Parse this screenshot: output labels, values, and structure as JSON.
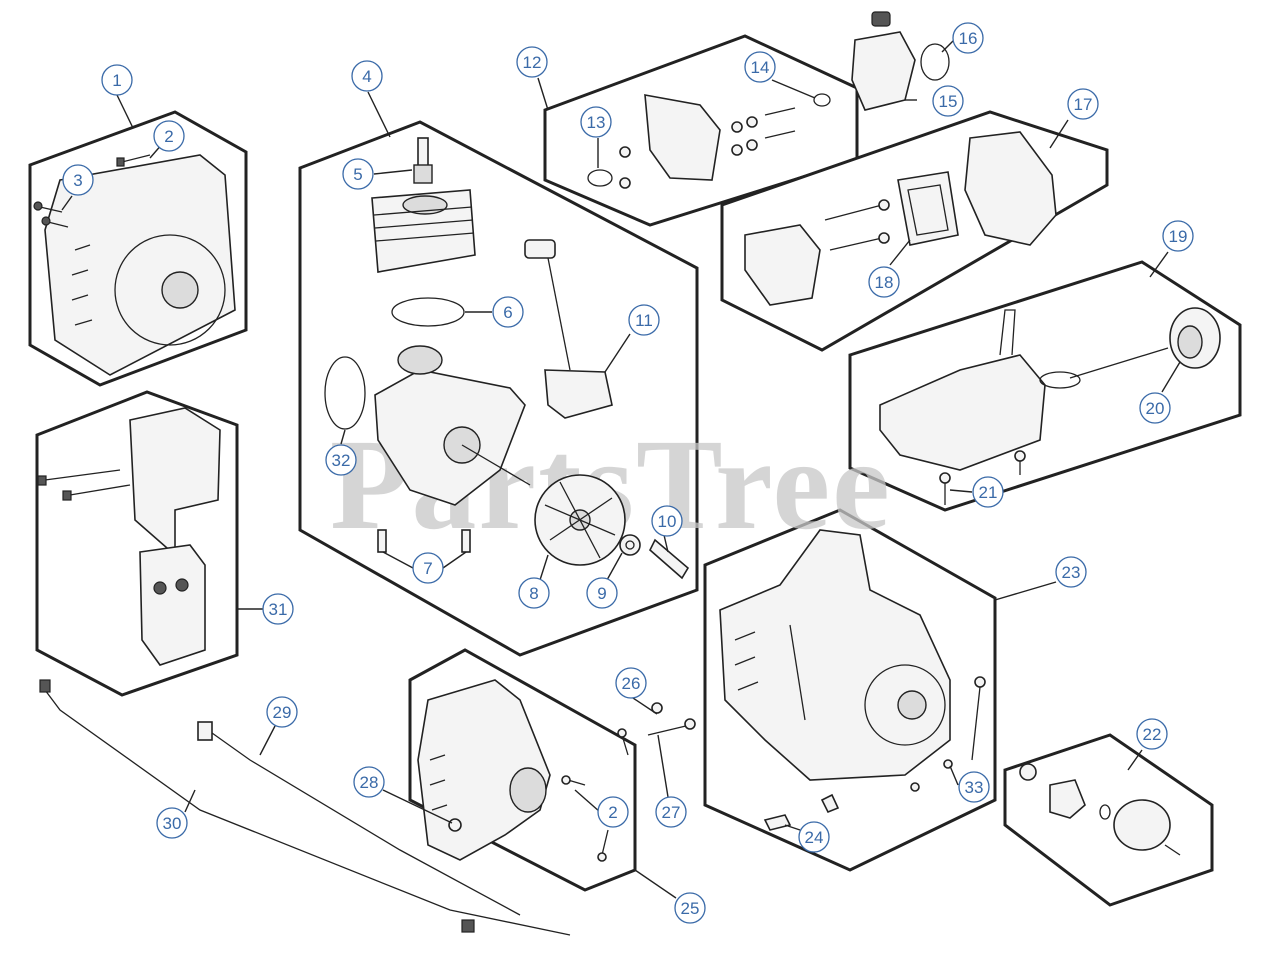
{
  "watermark": "PartsTree",
  "callouts": [
    {
      "id": "c1",
      "text": "1"
    },
    {
      "id": "c2",
      "text": "2"
    },
    {
      "id": "c3",
      "text": "3"
    },
    {
      "id": "c4",
      "text": "4"
    },
    {
      "id": "c5",
      "text": "5"
    },
    {
      "id": "c6",
      "text": "6"
    },
    {
      "id": "c7",
      "text": "7"
    },
    {
      "id": "c8",
      "text": "8"
    },
    {
      "id": "c9",
      "text": "9"
    },
    {
      "id": "c10",
      "text": "10"
    },
    {
      "id": "c11",
      "text": "11"
    },
    {
      "id": "c12",
      "text": "12"
    },
    {
      "id": "c13",
      "text": "13"
    },
    {
      "id": "c14",
      "text": "14"
    },
    {
      "id": "c15",
      "text": "15"
    },
    {
      "id": "c16",
      "text": "16"
    },
    {
      "id": "c17",
      "text": "17"
    },
    {
      "id": "c18",
      "text": "18"
    },
    {
      "id": "c19",
      "text": "19"
    },
    {
      "id": "c20",
      "text": "20"
    },
    {
      "id": "c21",
      "text": "21"
    },
    {
      "id": "c22",
      "text": "22"
    },
    {
      "id": "c23",
      "text": "23"
    },
    {
      "id": "c24",
      "text": "24"
    },
    {
      "id": "c25",
      "text": "25"
    },
    {
      "id": "c26",
      "text": "26"
    },
    {
      "id": "c27",
      "text": "27"
    },
    {
      "id": "c28",
      "text": "28"
    },
    {
      "id": "c29",
      "text": "29"
    },
    {
      "id": "c30",
      "text": "30"
    },
    {
      "id": "c31",
      "text": "31"
    },
    {
      "id": "c32",
      "text": "32"
    },
    {
      "id": "c33",
      "text": "33"
    },
    {
      "id": "c2b",
      "text": "2"
    }
  ],
  "colors": {
    "callout": "#3a6aa8",
    "outline": "#222222",
    "watermark": "#c8c8c8"
  }
}
